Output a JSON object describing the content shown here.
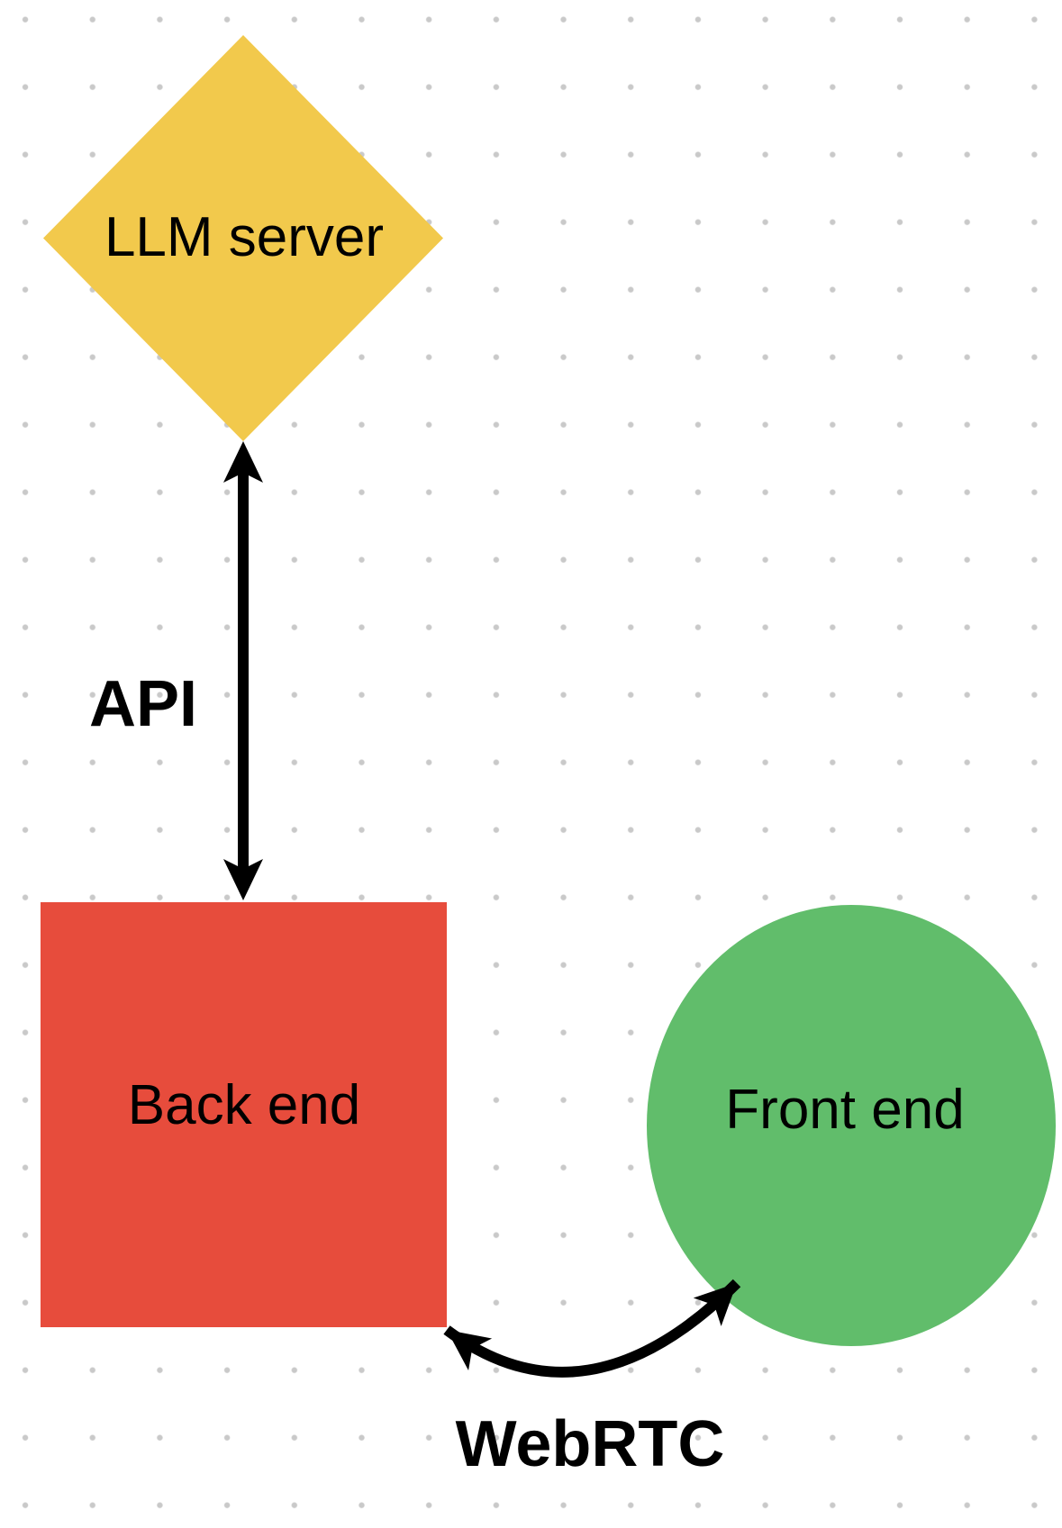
{
  "canvas": {
    "background_color": "#FFFFFF",
    "grid_style": "dots",
    "dot_color": "#C9C9C9"
  },
  "nodes": {
    "llm_server": {
      "label": "LLM server",
      "shape": "diamond",
      "color": "#F2C94C",
      "text_color": "#000000"
    },
    "back_end": {
      "label": "Back end",
      "shape": "square",
      "color": "#E74C3C",
      "text_color": "#000000"
    },
    "front_end": {
      "label": "Front end",
      "shape": "circle",
      "color": "#61BD6B",
      "text_color": "#000000"
    }
  },
  "edges": {
    "api": {
      "label": "API",
      "from": "LLM server",
      "to": "Back end",
      "type": "straight",
      "arrowheads": "both",
      "color": "#000000"
    },
    "webrtc": {
      "label": "WebRTC",
      "from": "Back end",
      "to": "Front end",
      "type": "curved",
      "arrowheads": "both",
      "color": "#000000"
    }
  }
}
